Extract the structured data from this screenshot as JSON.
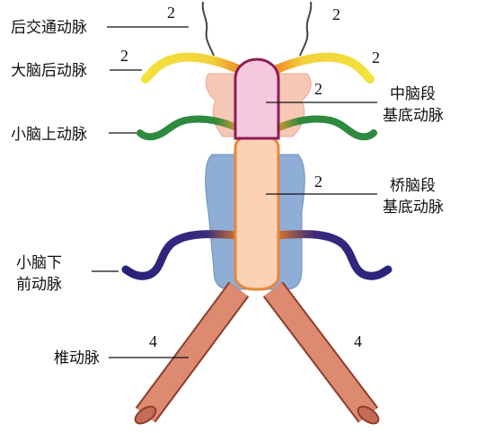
{
  "labels": {
    "pcomm": "后交通动脉",
    "pca": "大脑后动脉",
    "sca": "小脑上动脉",
    "aica_line1": "小脑下",
    "aica_line2": "前动脉",
    "vert": "椎动脉",
    "mid_line1": "中脑段",
    "mid_line2": "基底动脉",
    "pons_line1": "桥脑段",
    "pons_line2": "基底动脉"
  },
  "numbers": {
    "pcomm_left": "2",
    "pcomm_right": "2",
    "pca_left": "2",
    "pca_right": "2",
    "midbrain": "2",
    "pons": "2",
    "vert_left": "4",
    "vert_right": "4"
  },
  "colors": {
    "vertebral": "#d9826c",
    "basilar_pontine": "#fbd2b4",
    "basilar_midbrain": "#f6c8dd",
    "midbrain_border": "#8a1e55",
    "pons_shape": "#8eaed6",
    "upper_brainstem": "#f7c7b6",
    "pca": "#f2e23a",
    "sca": "#2e8a3e",
    "aica": "#27237a",
    "pcomm": "#555555"
  }
}
